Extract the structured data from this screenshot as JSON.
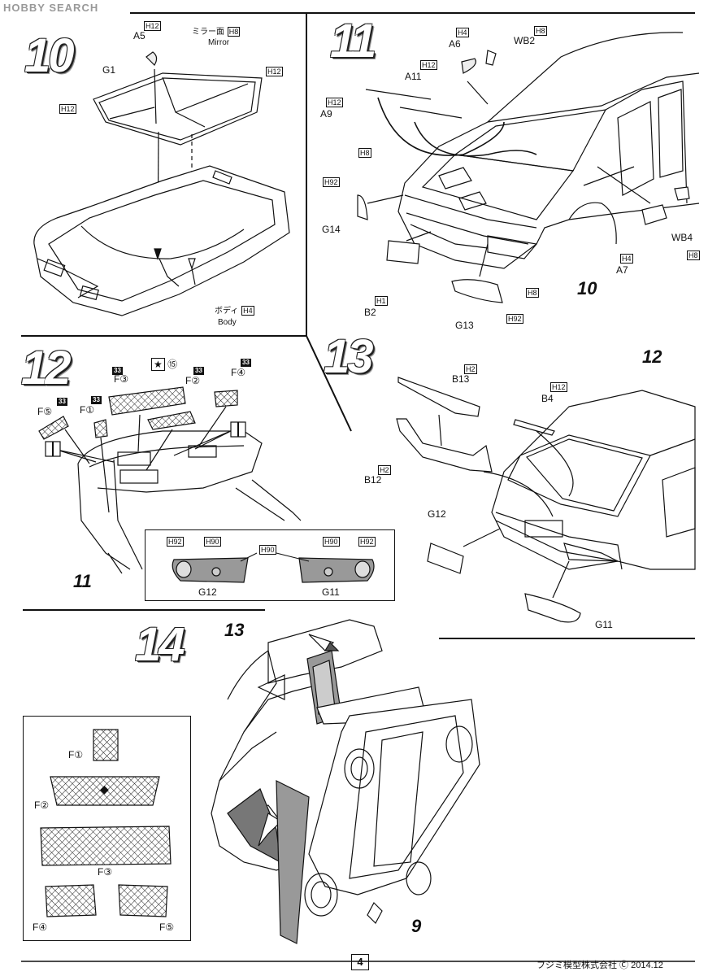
{
  "watermark": "HOBBY SEARCH",
  "steps": {
    "s10": {
      "number": "10",
      "A5": "A5",
      "A5_color": "H12",
      "mirror_jp": "ミラー面",
      "mirror_color": "H8",
      "mirror_en": "Mirror",
      "G1": "G1",
      "G1_color_left": "H12",
      "G1_color_right": "H12",
      "body_jp": "ボディ",
      "body_color": "H4",
      "body_en": "Body"
    },
    "s11": {
      "number": "11",
      "A6": "A6",
      "A6_color": "H4",
      "WB2": "WB2",
      "WB2_color": "H8",
      "A11": "A11",
      "A11_color": "H12",
      "A9": "A9",
      "A9_color": "H12",
      "H8_top": "H8",
      "H92_left": "H92",
      "G14": "G14",
      "B2": "B2",
      "B2_color": "H1",
      "G13": "G13",
      "G13_color": "H92",
      "H8_mid": "H8",
      "ref10": "10",
      "A7": "A7",
      "A7_color": "H4",
      "WB4": "WB4",
      "WB4_color": "H8"
    },
    "s12": {
      "number": "12",
      "F1": "F①",
      "F2": "F②",
      "F3": "F③",
      "F4": "F④",
      "F5": "F⑤",
      "badge": "33",
      "star_num": "⑮",
      "ref11": "11",
      "G12": "G12",
      "G11": "G11",
      "inset_G12_left": "H92",
      "inset_G12_right": "H90",
      "inset_mid": "H90",
      "inset_G11_left": "H90",
      "inset_G11_right": "H92"
    },
    "s13": {
      "number": "13",
      "B13": "B13",
      "B13_color": "H2",
      "B4": "B4",
      "B4_color": "H12",
      "B12": "B12",
      "B12_color": "H2",
      "G12": "G12",
      "G11": "G11",
      "ref12": "12"
    },
    "s14": {
      "number": "14",
      "ref13": "13",
      "ref9": "9",
      "F1": "F①",
      "F2": "F②",
      "F3": "F③",
      "F4": "F④",
      "F5": "F⑤"
    }
  },
  "footer": {
    "page": "4",
    "credit": "フジミ模型株式会社 Ⓒ 2014.12"
  }
}
